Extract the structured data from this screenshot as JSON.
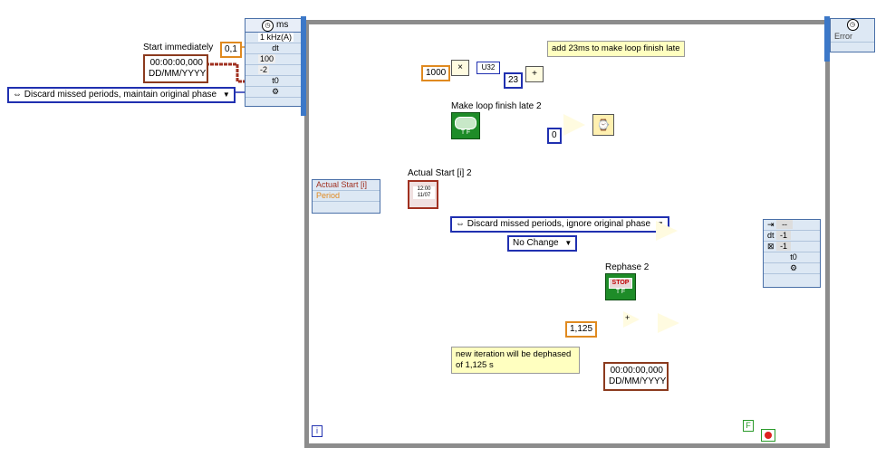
{
  "left_config": {
    "start_label": "Start immediately",
    "start_value": "00:00:00,000",
    "start_format": "DD/MM/YYYY",
    "dt_const": "0,1",
    "mode_enum": "Discard missed periods, maintain original phase"
  },
  "top_node": {
    "unit": "ms",
    "rows": [
      "1 kHz(A)",
      "dt",
      "100",
      "-2",
      "t0",
      ""
    ]
  },
  "right_top_node": {
    "label": "Error"
  },
  "inner": {
    "const_1000": "1000",
    "const_23": "23",
    "type_u32": "U32",
    "note_late": "add 23ms to make loop finish late",
    "make_late_label": "Make loop finish late 2",
    "const_zero": "0",
    "left_node_rows": [
      "Actual Start [i]",
      "Period"
    ],
    "actual_start_label": "Actual Start [i] 2",
    "actual_start_icon": "12:00 11/07",
    "enum_ignore": "Discard missed periods, ignore original phase",
    "enum_nochange": "No Change",
    "rephase_label": "Rephase 2",
    "stop_text": "STOP",
    "tf_text": "T F",
    "const_1125": "1,125",
    "note_dephase": "new iteration will be dephased of 1,125 s",
    "ts_value": "00:00:00,000",
    "ts_format": "DD/MM/YYYY",
    "false_const": "F",
    "iter_label": "i"
  },
  "right_node": {
    "rows": [
      "--",
      "dt",
      "-1",
      "-1",
      "t0",
      ""
    ]
  },
  "colors": {
    "wire_orange": "#e08a20",
    "wire_blue": "#2030b0",
    "wire_green": "#2a9a2a",
    "wire_timestamp": "#a03020",
    "annotation_red": "#e02020"
  }
}
